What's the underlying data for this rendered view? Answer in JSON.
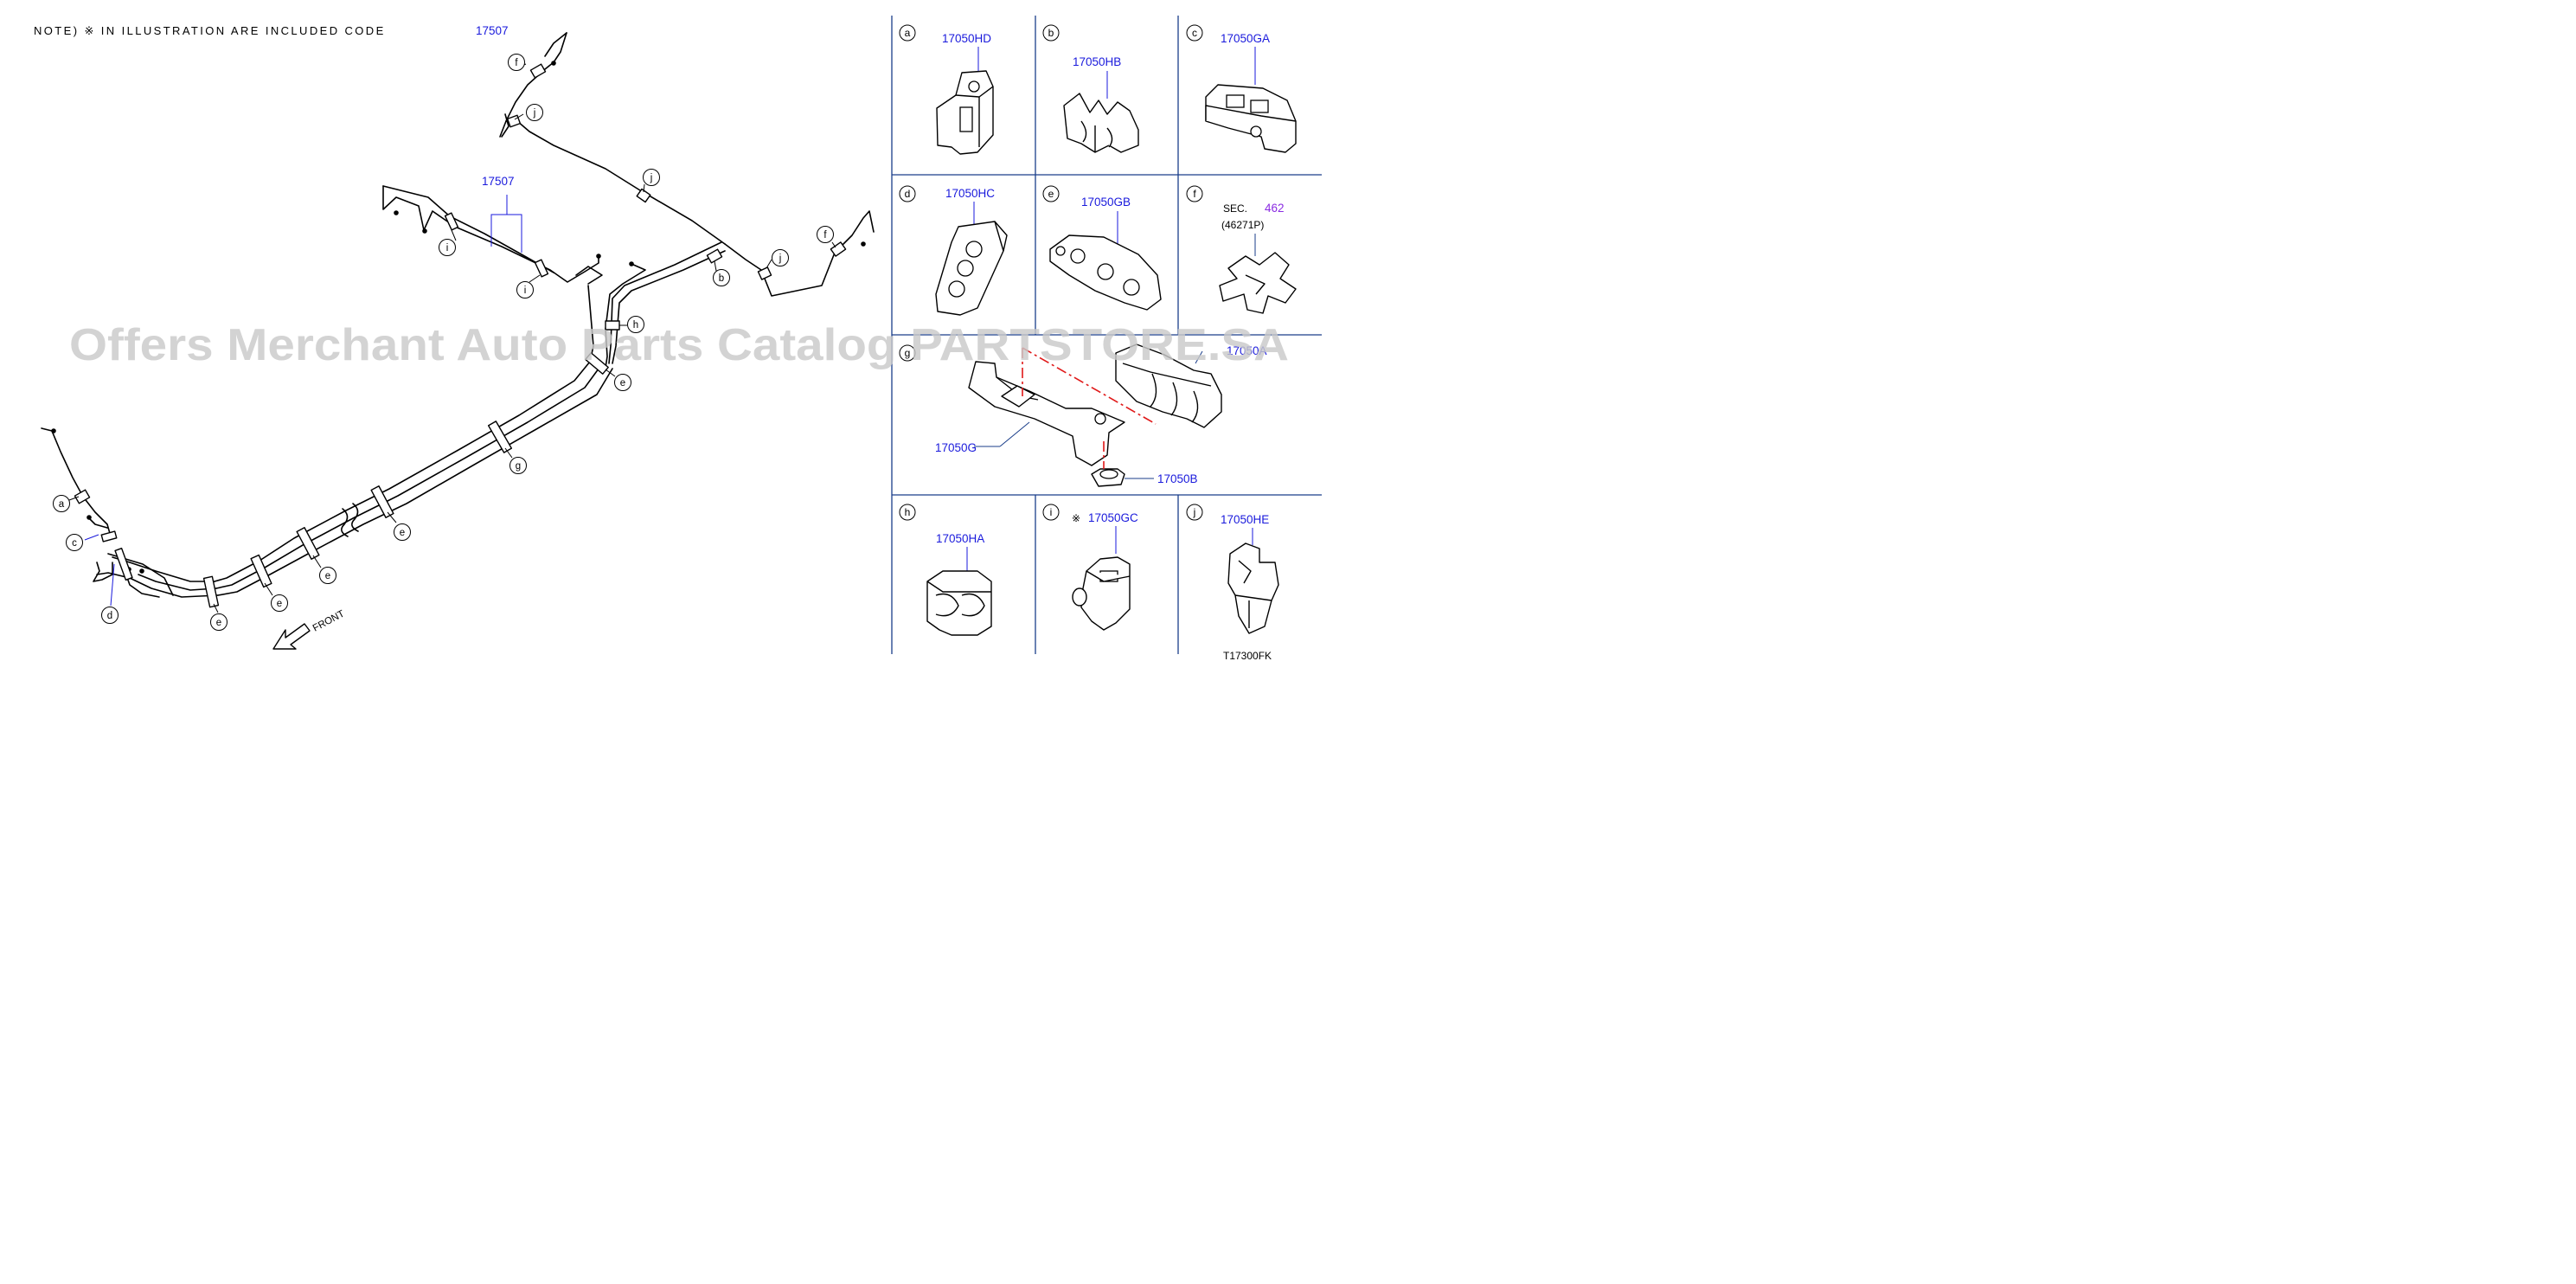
{
  "note": {
    "text": "NOTE)  ※  IN ILLUSTRATION ARE INCLUDED CODE",
    "code": "17507"
  },
  "main_labels": {
    "code_17507": "17507",
    "front": "FRONT"
  },
  "callouts": {
    "a": "a",
    "b": "b",
    "c": "c",
    "d": "d",
    "e": "e",
    "f": "f",
    "g": "g",
    "h": "h",
    "i": "i",
    "j": "j"
  },
  "panels": {
    "a": {
      "letter": "a",
      "code": "17050HD"
    },
    "b": {
      "letter": "b",
      "code": "17050HB"
    },
    "c": {
      "letter": "c",
      "code": "17050GA"
    },
    "d": {
      "letter": "d",
      "code": "17050HC"
    },
    "e": {
      "letter": "e",
      "code": "17050GB"
    },
    "f": {
      "letter": "f",
      "sec_label": "SEC.",
      "sec_code": "462",
      "part_ref": "(46271P)"
    },
    "g": {
      "letter": "g",
      "code_bracket": "17050G",
      "code_nut": "17050B",
      "code_clip_partial": "17050A"
    },
    "h": {
      "letter": "h",
      "code": "17050HA"
    },
    "i": {
      "letter": "i",
      "mark": "※",
      "code": "17050GC"
    },
    "j": {
      "letter": "j",
      "code": "17050HE"
    }
  },
  "diagram_id": "T17300FK",
  "watermark": "Offers Merchant Auto Parts Catalog PARTSTORE.SA",
  "colors": {
    "code": "#1a1adc",
    "sec_code": "#8a2be2",
    "assembly_line": "#e01818",
    "watermark": "#c9c9c9"
  }
}
